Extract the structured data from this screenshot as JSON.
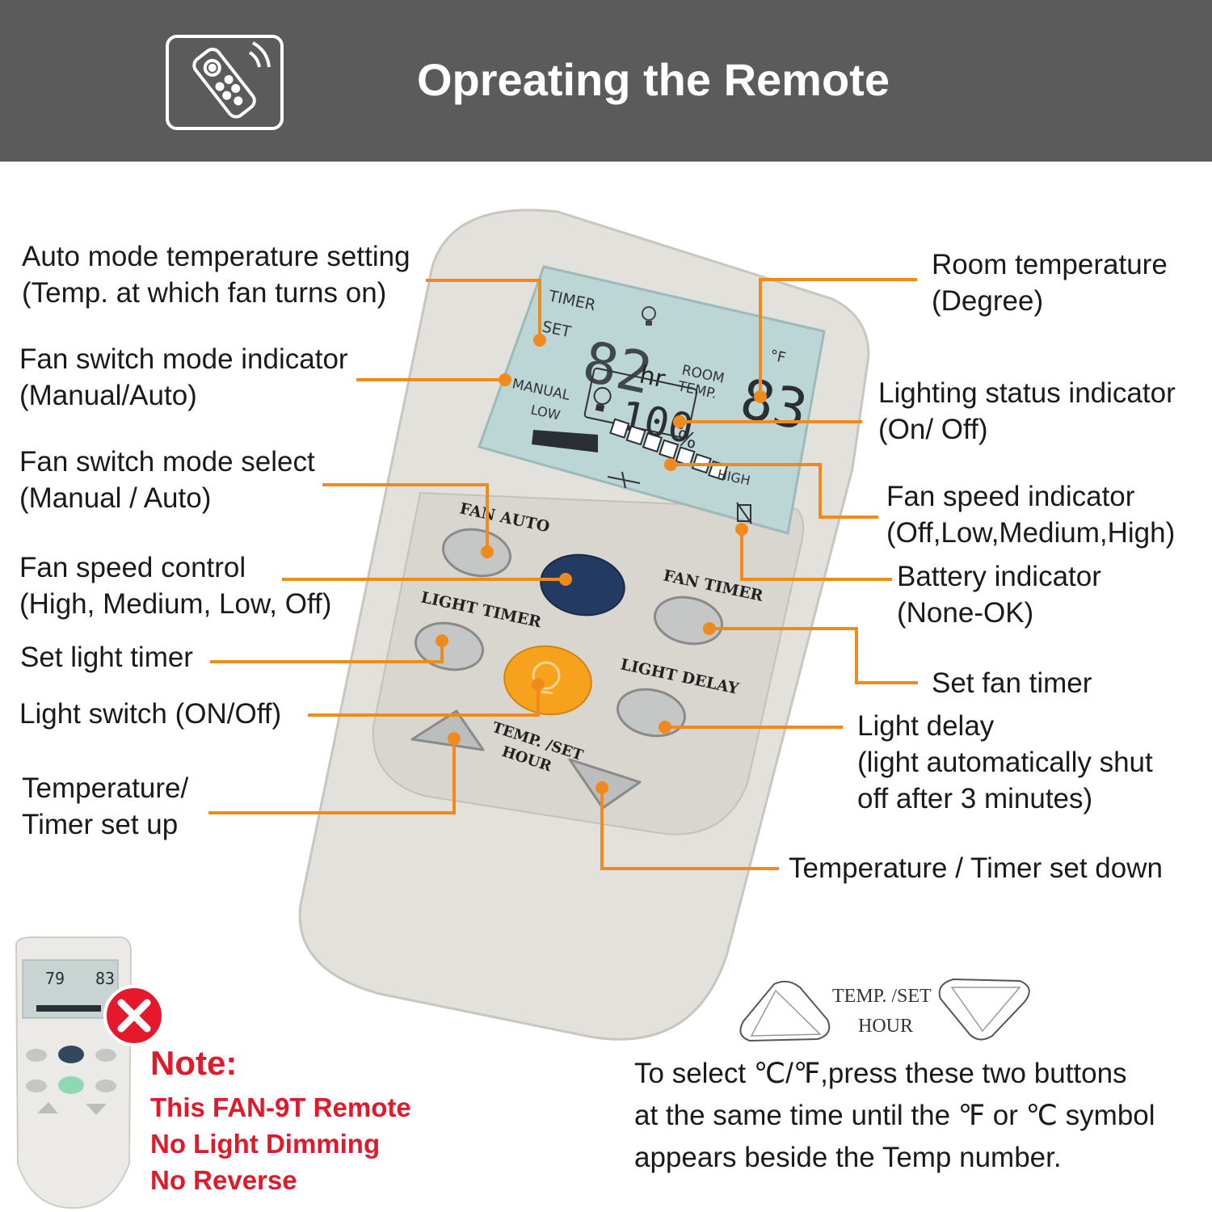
{
  "header": {
    "title": "Opreating the Remote",
    "background": "#5b5b5b",
    "icon": "remote-control-icon"
  },
  "callouts": {
    "auto_temp": [
      "Auto mode temperature setting",
      "(Temp. at which fan turns on)"
    ],
    "fan_mode_indicator": [
      "Fan switch mode indicator",
      "(Manual/Auto)"
    ],
    "fan_mode_select": [
      "Fan switch mode select",
      "(Manual / Auto)"
    ],
    "fan_speed_control": [
      "Fan speed control",
      "(High, Medium, Low, Off)"
    ],
    "set_light_timer": "Set light timer",
    "light_switch": "Light switch (ON/Off)",
    "temp_timer_up": [
      "Temperature/",
      "Timer set up"
    ],
    "room_temp": [
      "Room temperature",
      "(Degree)"
    ],
    "lighting_status": [
      "Lighting status indicator",
      "(On/ Off)"
    ],
    "fan_speed_indicator": [
      "Fan speed indicator",
      "(Off,Low,Medium,High)"
    ],
    "battery_indicator": [
      "Battery indicator",
      "(None-OK)"
    ],
    "set_fan_timer": "Set fan timer",
    "light_delay": [
      "Light delay",
      "(light automatically shut",
      "off after 3 minutes)"
    ],
    "temp_timer_down": "Temperature / Timer set down"
  },
  "remote": {
    "lcd": {
      "timer": "TIMER",
      "set": "SET",
      "set_value": "82",
      "hr": "hr",
      "room": "ROOM",
      "temp": "TEMP.",
      "unit": "°F",
      "room_value": "83",
      "manual": "MANUAL",
      "low": "LOW",
      "light_level": "100",
      "percent": "%",
      "high": "HIGH"
    },
    "buttons": {
      "fan_auto": "FAN AUTO",
      "fan_timer": "FAN TIMER",
      "light_timer": "LIGHT TIMER",
      "light_delay": "LIGHT DELAY",
      "temp_set": "TEMP. /SET",
      "hour": "HOUR"
    }
  },
  "select_unit": {
    "button_label_1": "TEMP. /SET",
    "button_label_2": "HOUR",
    "lines": [
      "To select ℃/℉,press these two buttons",
      "at the same time until the ℉ or ℃ symbol",
      "appears beside the Temp number."
    ]
  },
  "note": {
    "title": "Note:",
    "lines": [
      "This FAN-9T Remote",
      "No Light Dimming",
      "No Reverse"
    ]
  },
  "mini_remote": {
    "set_temp": "79",
    "room_temp": "83"
  },
  "colors": {
    "accent_line": "#f08a1c",
    "note_red": "#e0192b",
    "remote_body": "#e3e1dc",
    "lcd": "#bcd6d6",
    "fan_button": "#233a63",
    "light_button": "#f7a21c"
  }
}
